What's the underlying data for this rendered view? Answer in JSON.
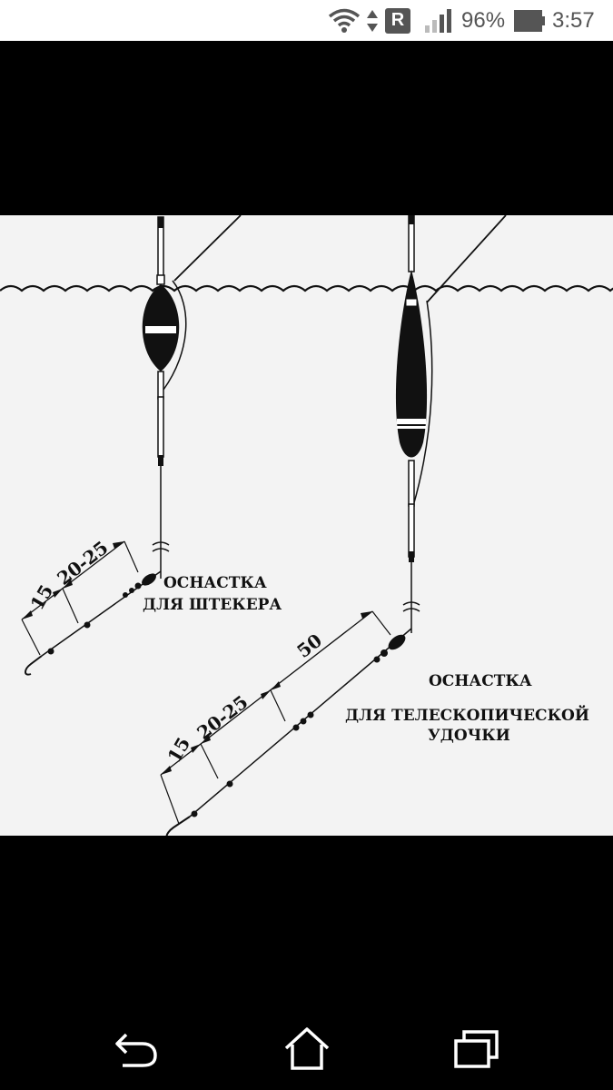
{
  "status_bar": {
    "r_badge": "R",
    "battery": "96%",
    "time": "3:57"
  },
  "diagram": {
    "left_rig": {
      "caption_line1": "ОСНАСТКА",
      "caption_line2": "ДЛЯ ШТЕКЕРА",
      "dim_hook": "15",
      "dim_middle": "20-25"
    },
    "right_rig": {
      "caption_line1": "ОСНАСТКА",
      "caption_line2": "ДЛЯ ТЕЛЕСКОПИЧЕСКОЙ",
      "caption_line3": "УДОЧКИ",
      "dim_hook": "15",
      "dim_middle": "20-25",
      "dim_top": "50"
    }
  },
  "nav_bar": {
    "back_icon": "back-arrow-icon",
    "home_icon": "home-icon",
    "recents_icon": "recents-icon"
  }
}
